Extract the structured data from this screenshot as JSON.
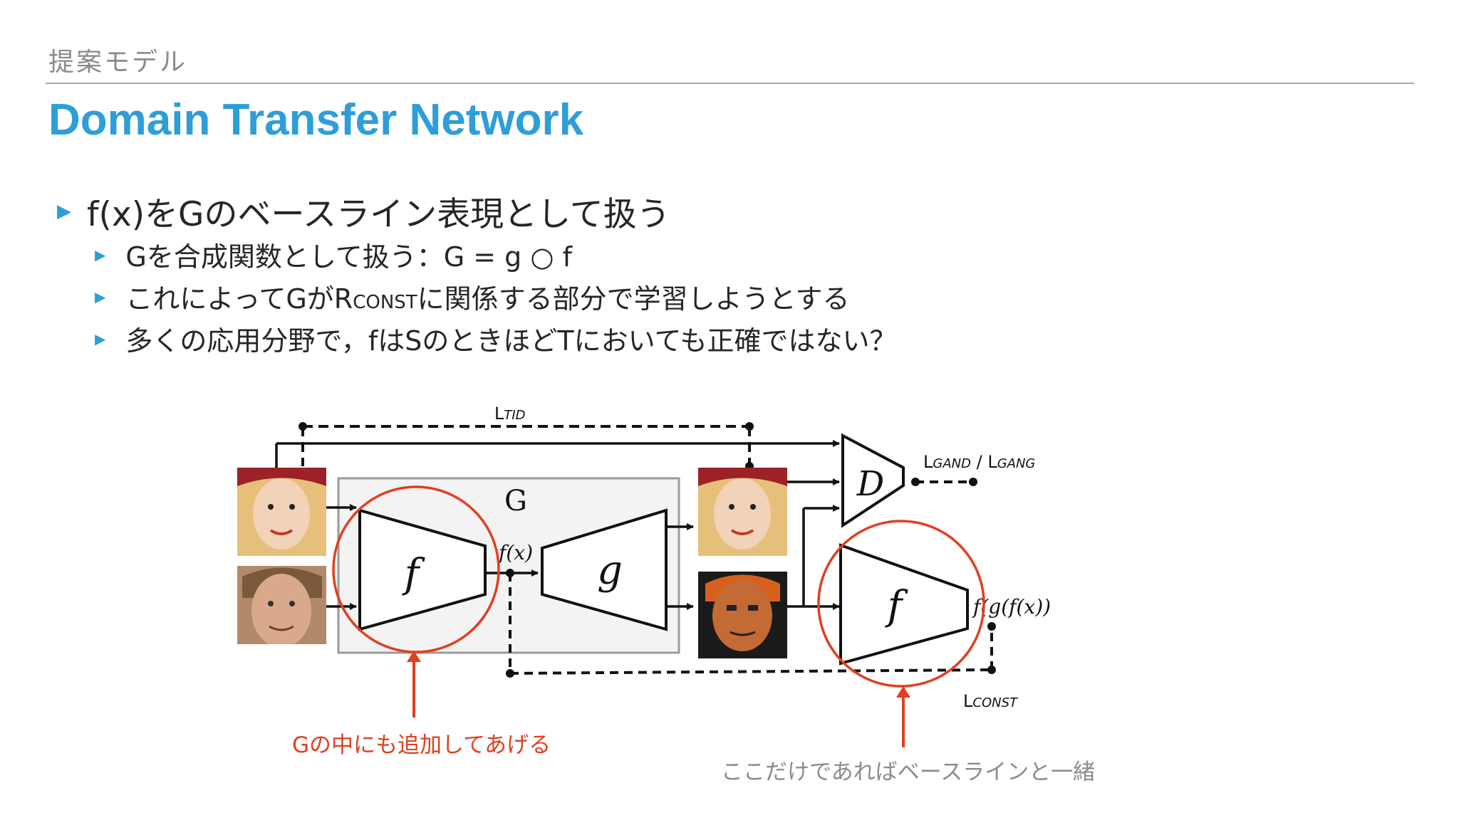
{
  "header": {
    "section_label": "提案モデル",
    "title": "Domain Transfer Network"
  },
  "bullets": {
    "main": "f(x)をGのベースライン表現として扱う",
    "sub1": "Gを合成関数として扱う：G = g ○ f",
    "sub2_before": "これによってGがR",
    "sub2_sc": "CONST",
    "sub2_after": "に関係する部分で学習しようとする",
    "sub3": "多くの応用分野で，fはSのときほどTにおいても正確ではない？"
  },
  "diagram": {
    "label_tid": "L",
    "label_tid_sub": "TID",
    "label_gan": "L",
    "label_gan_sub1": "GAND",
    "label_gan_sep": " / L",
    "label_gan_sub2": "GANG",
    "label_const": "L",
    "label_const_sub": "CONST",
    "G_label": "G",
    "f_label": "f",
    "g_label": "g",
    "f2_label": "f",
    "D_label": "D",
    "fx_label": "f(x)",
    "fgfx_label": "f(g(f(x))"
  },
  "annotations": {
    "red_note": "Gの中にも追加してあげる",
    "gray_note": "ここだけであればベースラインと一緒"
  },
  "colors": {
    "accent": "#2e9ed8",
    "annotation_red": "#e0401f",
    "circle_red": "#e0401f"
  }
}
